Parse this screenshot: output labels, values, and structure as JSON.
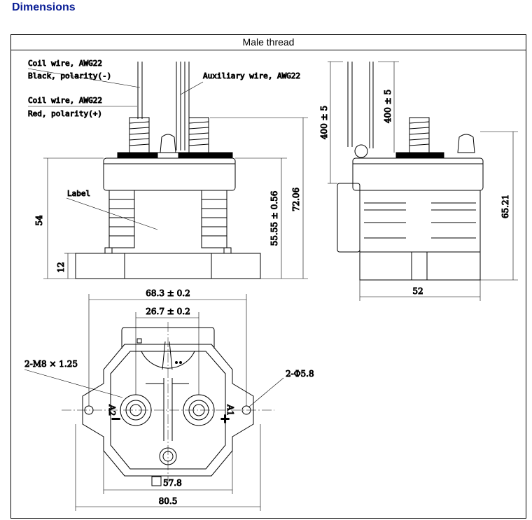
{
  "page": {
    "heading": "Dimensions"
  },
  "panel": {
    "title": "Male thread"
  },
  "front_view": {
    "coil_wire_black": [
      "Coil wire, AWG22",
      "Black, polarity(-)"
    ],
    "coil_wire_red": [
      "Coil wire, AWG22",
      "Red, polarity(+)"
    ],
    "aux_wire": "Auxiliary wire, AWG22",
    "label": "Label",
    "height_total": "54",
    "height_base": "12",
    "height_terminal": "55.55 ± 0.56",
    "height_max": "72.06"
  },
  "side_view": {
    "wire_len_1": "400 ± 5",
    "wire_len_2": "400 ± 5",
    "height": "65.21",
    "width": "52"
  },
  "bottom_view": {
    "width_mount": "68.3 ± 0.2",
    "terminal_spacing": "26.7 ± 0.2",
    "thread": "2-M8 × 1.25",
    "hole": "2-Φ5.8",
    "square": "57.8",
    "width_total": "80.5",
    "terminal_a2": "A2",
    "terminal_a1": "A1",
    "minus": "−",
    "plus": "+"
  }
}
